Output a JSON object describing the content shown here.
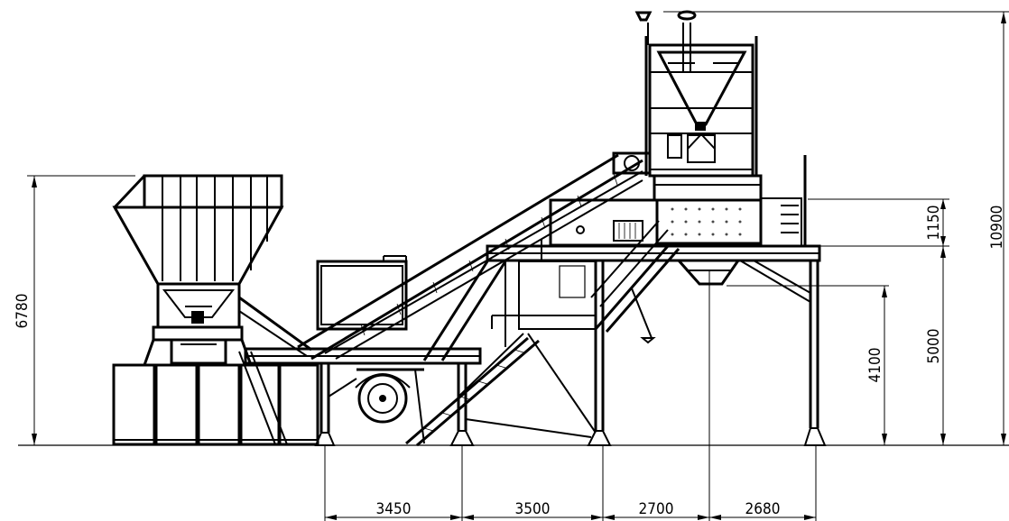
{
  "dimensions": {
    "total_height": "10900",
    "bin_height": "6780",
    "mixer_height": "1150",
    "platform_height": "5000",
    "discharge_height": "4100",
    "span_1": "3450",
    "span_2": "3500",
    "span_3": "2700",
    "span_4": "2680"
  },
  "colors": {
    "line": "#000000",
    "background": "#ffffff"
  }
}
